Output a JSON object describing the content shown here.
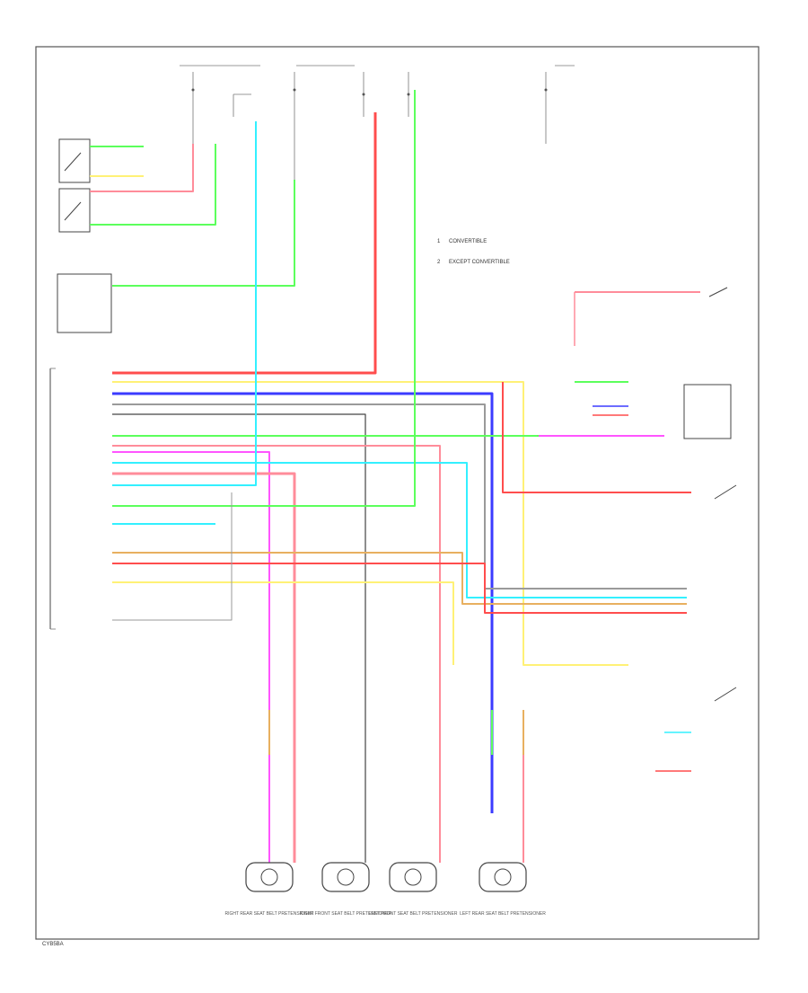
{
  "diagram": {
    "legend": [
      {
        "key": "1",
        "text": "CONVERTIBLE"
      },
      {
        "key": "2",
        "text": "EXCEPT CONVERTIBLE"
      }
    ],
    "motors": [
      {
        "id": "m1",
        "name": "RIGHT REAR SEAT BELT PRETENSIONER"
      },
      {
        "id": "m2",
        "name": "RIGHT FRONT SEAT BELT PRETENSIONER"
      },
      {
        "id": "m3",
        "name": "LEFT FRONT SEAT BELT PRETENSIONER"
      },
      {
        "id": "m4",
        "name": "LEFT REAR SEAT BELT PRETENSIONER"
      }
    ],
    "footer_code": "CYB5BA",
    "colors": {
      "red": "#ff4d4d",
      "pink": "#ff8c9a",
      "yellow": "#fff176",
      "blue": "#3b3bff",
      "cyan": "#33f0ff",
      "green": "#5cff5c",
      "magenta": "#ff55ff",
      "gray": "#9a9a9a",
      "orange": "#e8b060",
      "lightblue": "#9fc8ff",
      "black": "#444444"
    }
  }
}
